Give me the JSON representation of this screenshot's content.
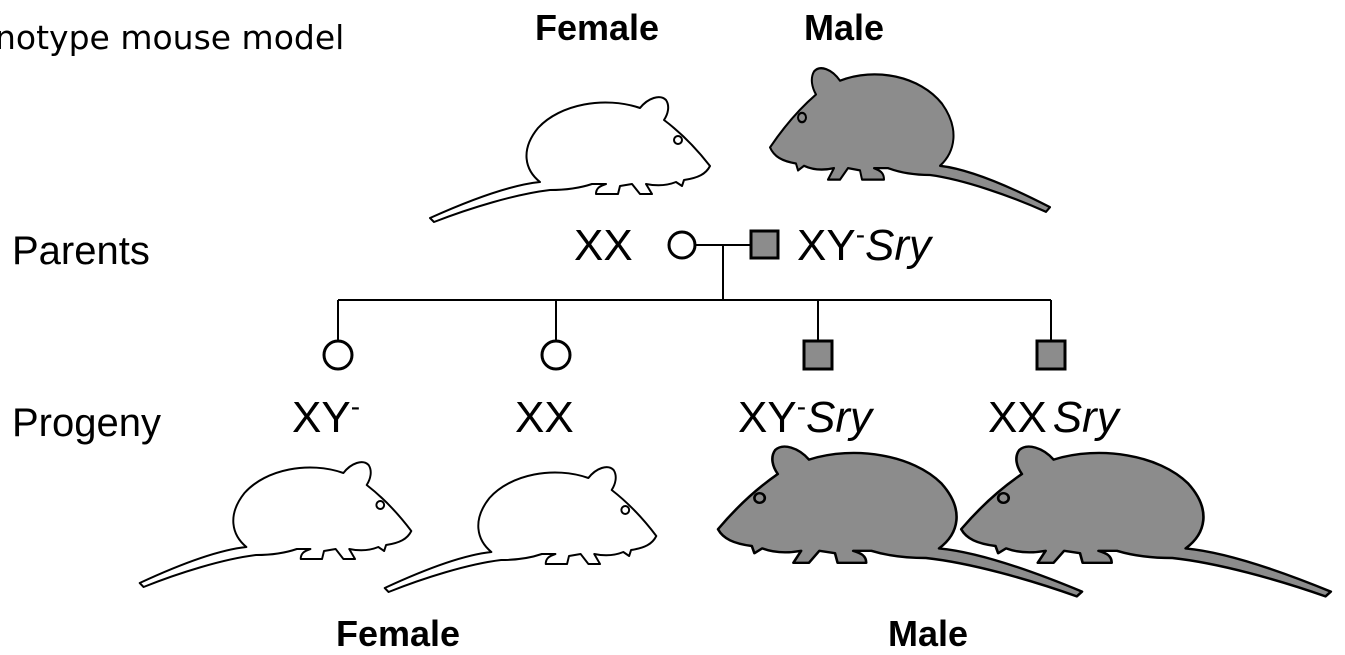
{
  "title": "notype mouse model",
  "labels": {
    "top_female": "Female",
    "top_male": "Male",
    "bottom_female": "Female",
    "bottom_male": "Male",
    "parents": "Parents",
    "progeny": "Progeny"
  },
  "parents": {
    "female": {
      "genotype": "XX"
    },
    "male": {
      "genotype_main": "XY",
      "genotype_sup": "-",
      "genotype_italic": "Sry"
    }
  },
  "progeny": [
    {
      "sex": "female",
      "main": "XY",
      "sup": "-",
      "italic": ""
    },
    {
      "sex": "female",
      "main": "XX",
      "sup": "",
      "italic": ""
    },
    {
      "sex": "male",
      "main": "XY",
      "sup": "-",
      "italic": "Sry"
    },
    {
      "sex": "male",
      "main": "XX",
      "sup": "",
      "italic": "Sry"
    }
  ],
  "colors": {
    "male_fill": "#8c8c8c",
    "female_fill": "#ffffff",
    "line": "#000000"
  }
}
